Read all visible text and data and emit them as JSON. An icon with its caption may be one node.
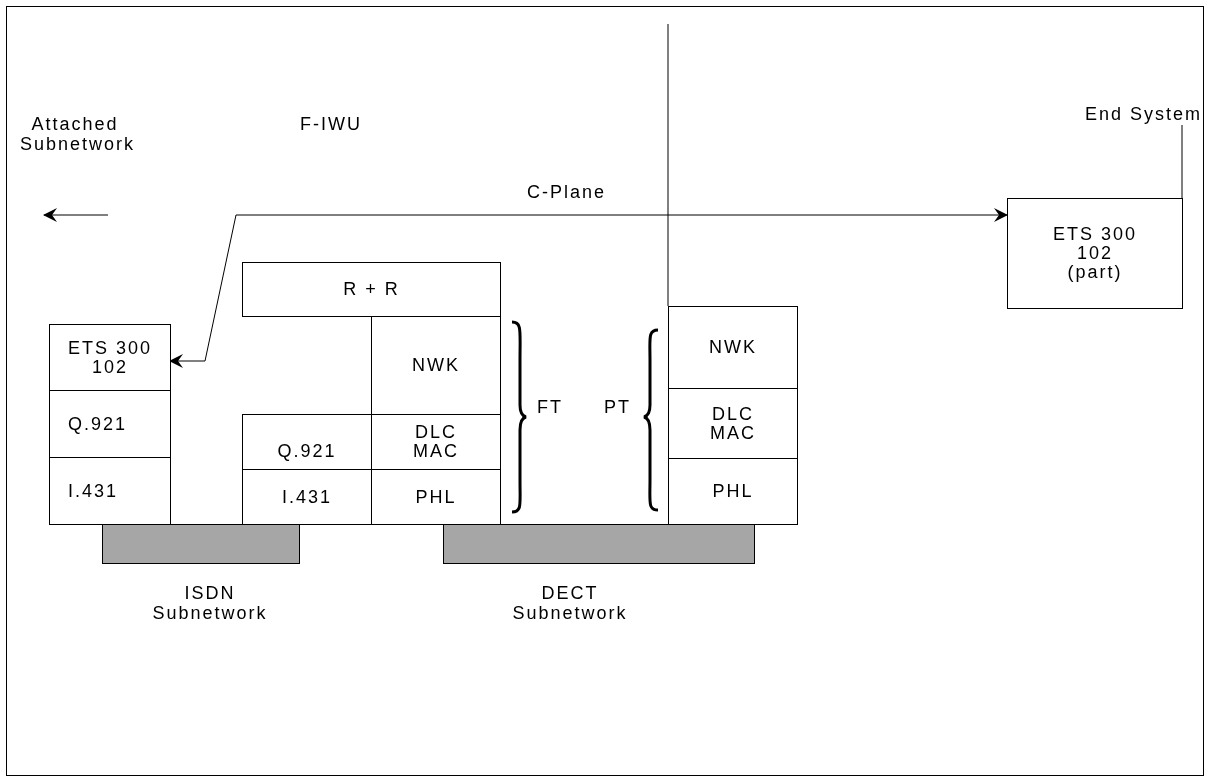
{
  "diagram": {
    "nodes": [
      {
        "text": [
          "ETS 300 102"
        ]
      },
      {
        "text": [
          "Q.921"
        ]
      },
      {
        "text": [
          "I.431"
        ]
      },
      {
        "text": [
          "R + R"
        ]
      },
      {
        "text": [
          "NWK"
        ]
      },
      {
        "text": [
          "Q.921"
        ]
      },
      {
        "text": [
          "DLC MAC"
        ]
      },
      {
        "text": [
          "I.431"
        ]
      },
      {
        "text": [
          "PHL"
        ]
      },
      {
        "text": [
          "NWK"
        ]
      },
      {
        "text": [
          "DLC MAC"
        ]
      },
      {
        "text": [
          "PHL"
        ]
      },
      {
        "text": [
          "ETS 300 102 (part)"
        ]
      },
      {
        "text": [],
        "shape": "bar",
        "beside": [
          "ISDN Subnetwork"
        ]
      },
      {
        "text": [],
        "shape": "bar",
        "beside": [
          "DECT Subnetwork"
        ]
      }
    ],
    "edges": [
      {
        "from": 0,
        "to": 12,
        "arrow": "both",
        "label": "C-Plane"
      }
    ],
    "labels": [
      "Attached Subnetwork",
      "F-IWU",
      "End System",
      "FT",
      "PT"
    ]
  }
}
